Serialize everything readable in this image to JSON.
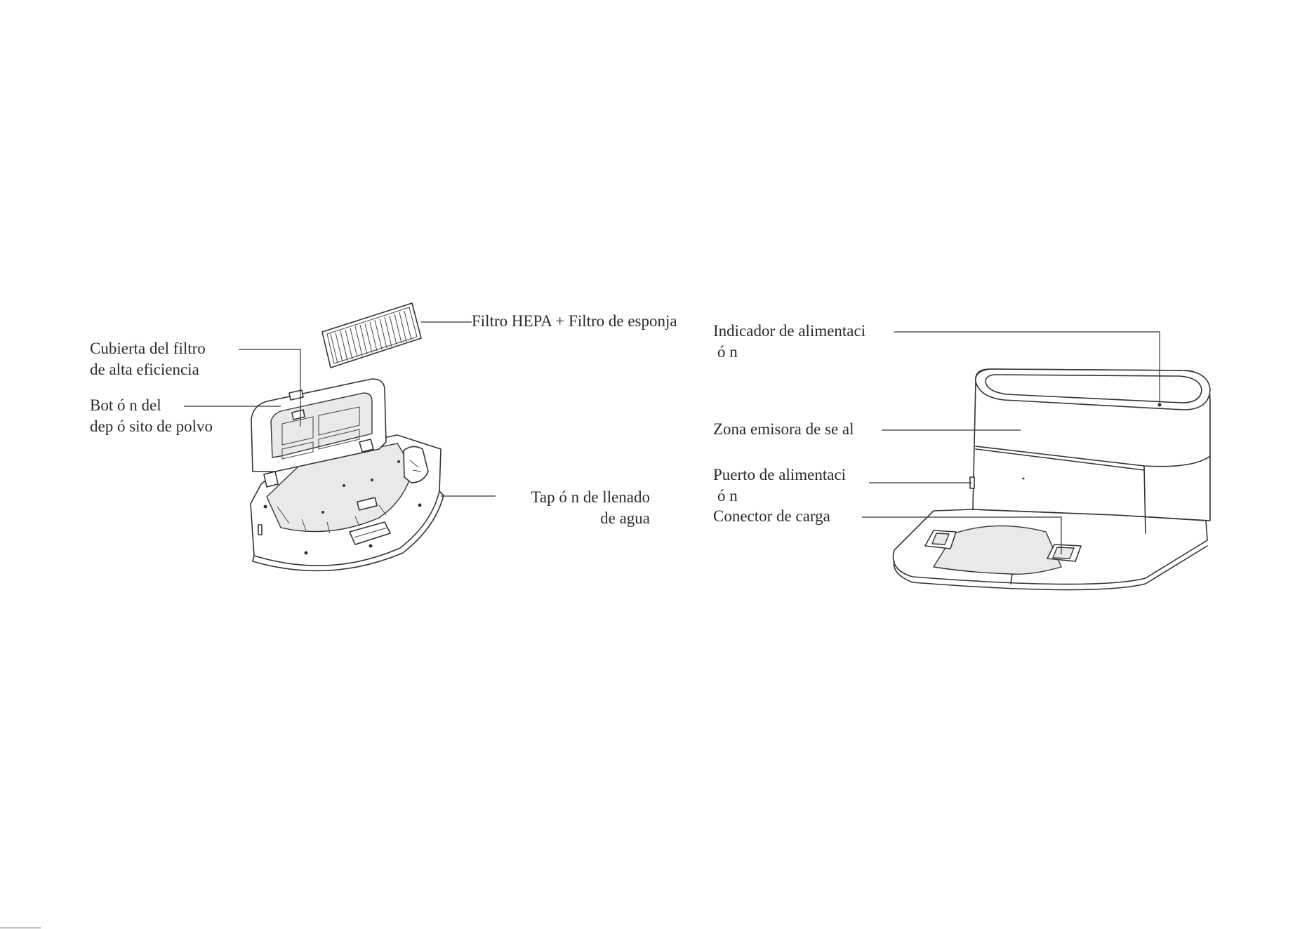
{
  "labels": {
    "hepa_filter": "Filtro HEPA + Filtro de esponja",
    "filter_cover_line1": "Cubierta del filtro",
    "filter_cover_line2": "de alta eficiencia",
    "dustbin_button_line1": "Bot ó n del",
    "dustbin_button_line2": "dep ó sito de polvo",
    "water_cap_line1": "Tap ó n de llenado",
    "water_cap_line2": "de agua",
    "power_indicator_line1": "Indicador de alimentaci",
    "power_indicator_line2": "ó n",
    "signal_zone": "Zona emisora de se   al",
    "power_port_line1": "Puerto de alimentaci",
    "power_port_line2": "ó n",
    "charging_connector": "Conector de carga"
  },
  "icons": {
    "dustbin": "dustbin-illustration",
    "hepa": "hepa-filter-illustration",
    "dock": "charging-dock-illustration"
  }
}
